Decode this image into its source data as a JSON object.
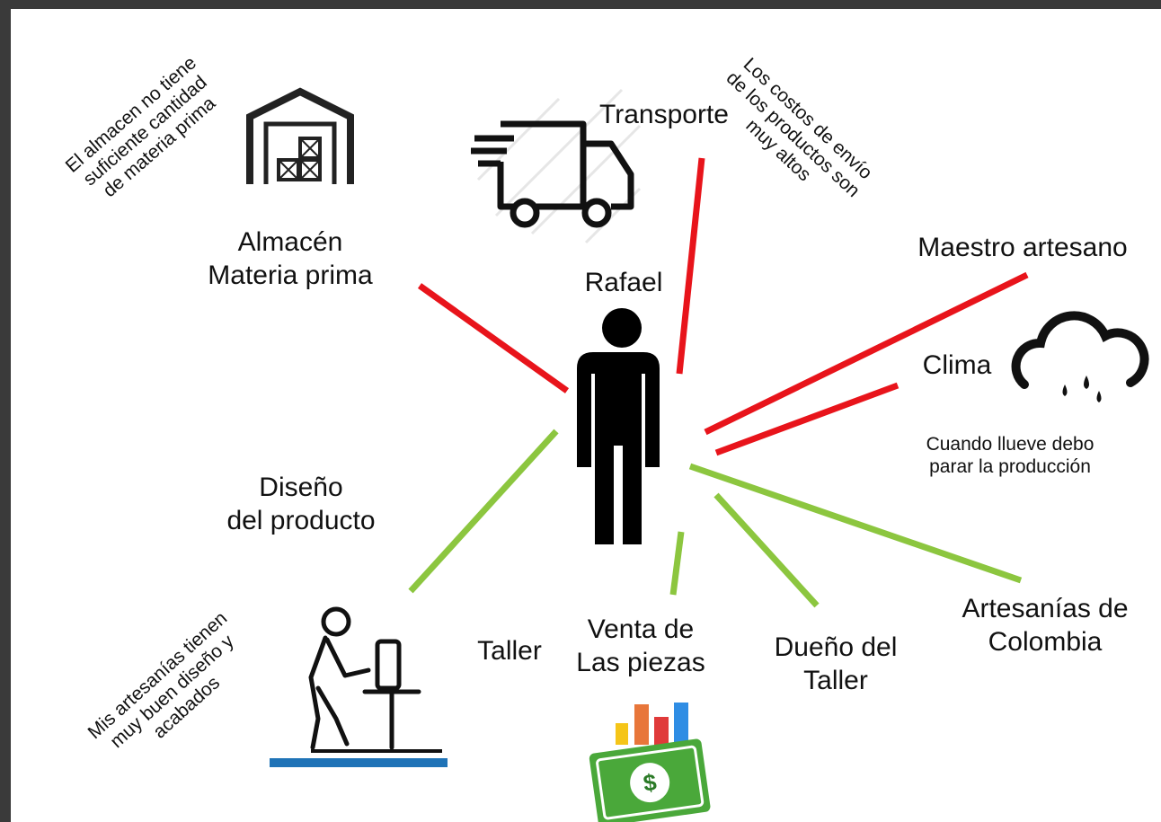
{
  "colors": {
    "negative": "#e8141b",
    "positive": "#8cc63f"
  },
  "center": {
    "name": "Rafael",
    "icon": "person-icon"
  },
  "nodes": {
    "almacen": {
      "label": "Almacén\nMateria prima",
      "icon": "warehouse-icon",
      "relation": "negative"
    },
    "transporte": {
      "label": "Transporte",
      "icon": "delivery-truck-icon",
      "relation": "negative"
    },
    "maestro": {
      "label": "Maestro artesano",
      "relation": "negative"
    },
    "clima": {
      "label": "Clima",
      "icon": "rain-cloud-icon",
      "relation": "negative"
    },
    "diseno": {
      "label": "Diseño\ndel producto",
      "relation": "positive"
    },
    "taller": {
      "label": "Taller",
      "icon": "potter-at-wheel-icon",
      "relation": "positive"
    },
    "venta": {
      "label": "Venta de\nLas piezas",
      "icon": "money-chart-icon",
      "relation": "positive"
    },
    "dueno": {
      "label": "Dueño del\nTaller",
      "relation": "positive"
    },
    "artesanias": {
      "label": "Artesanías de\nColombia",
      "relation": "positive"
    }
  },
  "notes": {
    "almacen": "El almacen no tiene\nsuficiente cantidad\nde materia prima",
    "transporte": "Los costos de envío\nde los productos son\nmuy altos",
    "clima": "Cuando llueve debo\nparar la producción",
    "diseno": "Mis artesanías tienen\nmuy buen diseño y\nacabados"
  }
}
